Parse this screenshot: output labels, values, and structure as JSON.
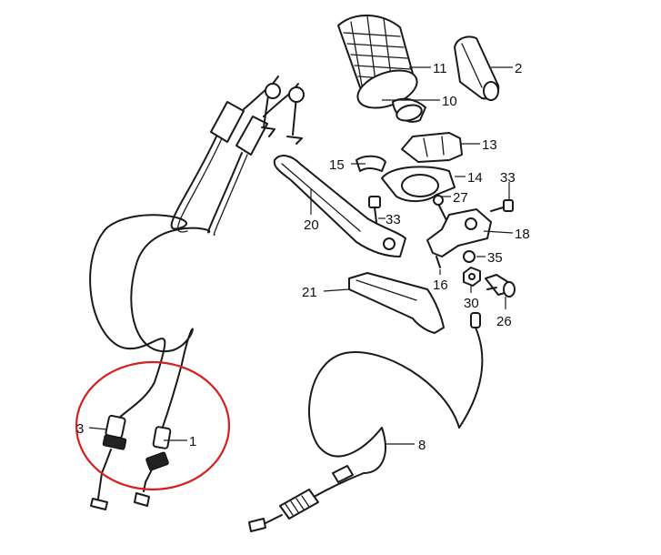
{
  "callouts": {
    "c1": "1",
    "c2": "2",
    "c3": "3",
    "c8": "8",
    "c10": "10",
    "c11": "11",
    "c13": "13",
    "c14": "14",
    "c15": "15",
    "c16": "16",
    "c18": "18",
    "c20": "20",
    "c21": "21",
    "c26": "26",
    "c27": "27",
    "c30": "30",
    "c33a": "33",
    "c33b": "33",
    "c35": "35"
  },
  "highlight_color": "#d42020",
  "line_color": "#1a1a1a"
}
